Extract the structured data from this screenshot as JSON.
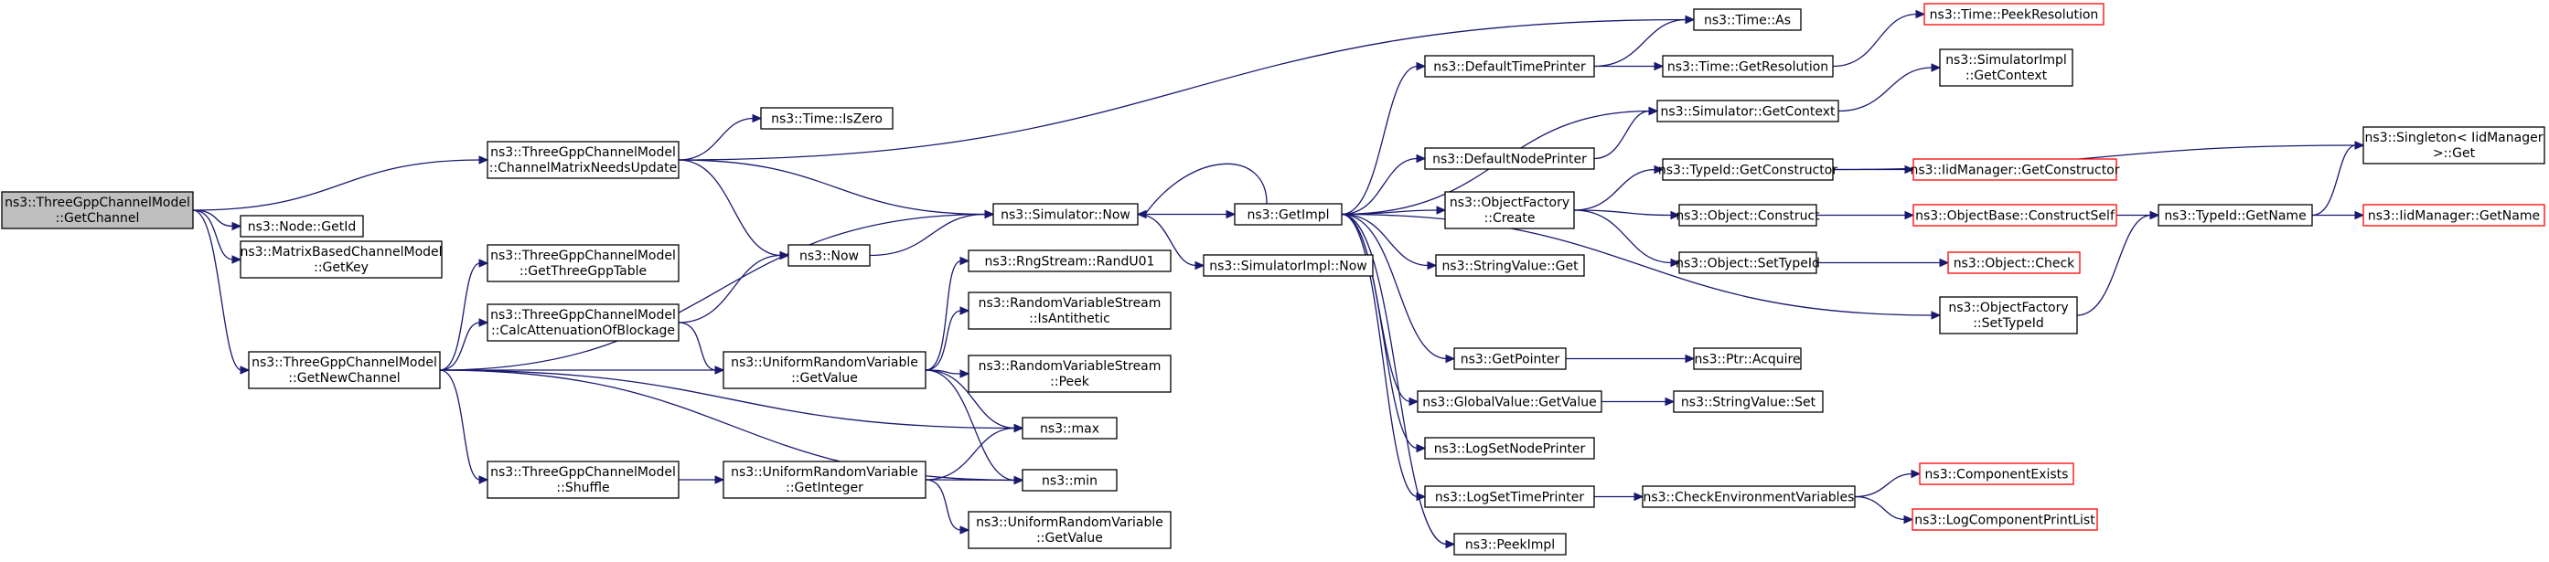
{
  "colors": {
    "edge": "#191970",
    "root_fill": "#bfbfbf",
    "truncated_border": "#ff0000"
  },
  "nodes": {
    "root": {
      "lines": [
        "ns3::ThreeGppChannelModel",
        "::GetChannel"
      ],
      "kind": "root"
    },
    "getid": {
      "lines": [
        "ns3::Node::GetId"
      ]
    },
    "getkey": {
      "lines": [
        "ns3::MatrixBasedChannelModel",
        "::GetKey"
      ]
    },
    "cmnu": {
      "lines": [
        "ns3::ThreeGppChannelModel",
        "::ChannelMatrixNeedsUpdate"
      ]
    },
    "getnewch": {
      "lines": [
        "ns3::ThreeGppChannelModel",
        "::GetNewChannel"
      ]
    },
    "timeas": {
      "lines": [
        "ns3::Time::As"
      ]
    },
    "iszero": {
      "lines": [
        "ns3::Time::IsZero"
      ]
    },
    "simnow": {
      "lines": [
        "ns3::Simulator::Now"
      ]
    },
    "now": {
      "lines": [
        "ns3::Now"
      ]
    },
    "getthree": {
      "lines": [
        "ns3::ThreeGppChannelModel",
        "::GetThreeGppTable"
      ]
    },
    "calcatt": {
      "lines": [
        "ns3::ThreeGppChannelModel",
        "::CalcAttenuationOfBlockage"
      ]
    },
    "shuffle": {
      "lines": [
        "ns3::ThreeGppChannelModel",
        "::Shuffle"
      ]
    },
    "urvgetval": {
      "lines": [
        "ns3::UniformRandomVariable",
        "::GetValue"
      ]
    },
    "urvgetint": {
      "lines": [
        "ns3::UniformRandomVariable",
        "::GetInteger"
      ]
    },
    "urvgetval2": {
      "lines": [
        "ns3::UniformRandomVariable",
        "::GetValue"
      ]
    },
    "randu01": {
      "lines": [
        "ns3::RngStream::RandU01"
      ]
    },
    "isanti": {
      "lines": [
        "ns3::RandomVariableStream",
        "::IsAntithetic"
      ]
    },
    "peek": {
      "lines": [
        "ns3::RandomVariableStream",
        "::Peek"
      ]
    },
    "max": {
      "lines": [
        "ns3::max"
      ]
    },
    "min": {
      "lines": [
        "ns3::min"
      ]
    },
    "getimpl": {
      "lines": [
        "ns3::GetImpl"
      ]
    },
    "simimplnow": {
      "lines": [
        "ns3::SimulatorImpl::Now"
      ]
    },
    "deftimepr": {
      "lines": [
        "ns3::DefaultTimePrinter"
      ]
    },
    "defnodepr": {
      "lines": [
        "ns3::DefaultNodePrinter"
      ]
    },
    "objfcreate": {
      "lines": [
        "ns3::ObjectFactory",
        "::Create"
      ]
    },
    "strvalget": {
      "lines": [
        "ns3::StringValue::Get"
      ]
    },
    "getpointer": {
      "lines": [
        "ns3::GetPointer"
      ]
    },
    "globalget": {
      "lines": [
        "ns3::GlobalValue::GetValue"
      ]
    },
    "logsetnode": {
      "lines": [
        "ns3::LogSetNodePrinter"
      ]
    },
    "logsettime": {
      "lines": [
        "ns3::LogSetTimePrinter"
      ]
    },
    "peekimpl": {
      "lines": [
        "ns3::PeekImpl"
      ]
    },
    "getres": {
      "lines": [
        "ns3::Time::GetResolution"
      ]
    },
    "peekres": {
      "lines": [
        "ns3::Time::PeekResolution"
      ],
      "kind": "truncated"
    },
    "simgetctx": {
      "lines": [
        "ns3::Simulator::GetContext"
      ]
    },
    "simimplctx": {
      "lines": [
        "ns3::SimulatorImpl",
        "::GetContext"
      ]
    },
    "tidgetctor": {
      "lines": [
        "ns3::TypeId::GetConstructor"
      ]
    },
    "iidgetctor": {
      "lines": [
        "ns3::IidManager::GetConstructor"
      ],
      "kind": "truncated"
    },
    "objconstruct": {
      "lines": [
        "ns3::Object::Construct"
      ]
    },
    "objbasecs": {
      "lines": [
        "ns3::ObjectBase::ConstructSelf"
      ],
      "kind": "truncated"
    },
    "objsettid": {
      "lines": [
        "ns3::Object::SetTypeId"
      ]
    },
    "objcheck": {
      "lines": [
        "ns3::Object::Check"
      ],
      "kind": "truncated"
    },
    "objfsettid": {
      "lines": [
        "ns3::ObjectFactory",
        "::SetTypeId"
      ]
    },
    "ptracq": {
      "lines": [
        "ns3::Ptr::Acquire"
      ]
    },
    "strvalset": {
      "lines": [
        "ns3::StringValue::Set"
      ]
    },
    "checkenv": {
      "lines": [
        "ns3::CheckEnvironmentVariables"
      ]
    },
    "compexists": {
      "lines": [
        "ns3::ComponentExists"
      ],
      "kind": "truncated"
    },
    "logcomppl": {
      "lines": [
        "ns3::LogComponentPrintList"
      ],
      "kind": "truncated"
    },
    "tidgetname": {
      "lines": [
        "ns3::TypeId::GetName"
      ]
    },
    "singleton": {
      "lines": [
        "ns3::Singleton< IidManager",
        " >::Get"
      ]
    },
    "iidgetname": {
      "lines": [
        "ns3::IidManager::GetName"
      ],
      "kind": "truncated"
    }
  },
  "edges": [
    [
      "root",
      "getid"
    ],
    [
      "root",
      "getkey"
    ],
    [
      "root",
      "cmnu"
    ],
    [
      "root",
      "getnewch"
    ],
    [
      "cmnu",
      "timeas"
    ],
    [
      "cmnu",
      "iszero"
    ],
    [
      "cmnu",
      "simnow"
    ],
    [
      "cmnu",
      "now"
    ],
    [
      "getnewch",
      "simnow"
    ],
    [
      "getnewch",
      "getthree"
    ],
    [
      "getnewch",
      "calcatt"
    ],
    [
      "getnewch",
      "urvgetval"
    ],
    [
      "getnewch",
      "max"
    ],
    [
      "getnewch",
      "shuffle"
    ],
    [
      "getnewch",
      "min"
    ],
    [
      "now",
      "simnow"
    ],
    [
      "calcatt",
      "now"
    ],
    [
      "calcatt",
      "urvgetval"
    ],
    [
      "shuffle",
      "urvgetint"
    ],
    [
      "urvgetval",
      "randu01"
    ],
    [
      "urvgetval",
      "isanti"
    ],
    [
      "urvgetval",
      "peek"
    ],
    [
      "urvgetval",
      "max"
    ],
    [
      "urvgetval",
      "min"
    ],
    [
      "urvgetint",
      "max"
    ],
    [
      "urvgetint",
      "min"
    ],
    [
      "urvgetint",
      "urvgetval2"
    ],
    [
      "simnow",
      "getimpl"
    ],
    [
      "simnow",
      "simimplnow"
    ],
    [
      "getimpl",
      "simnow"
    ],
    [
      "getimpl",
      "deftimepr"
    ],
    [
      "getimpl",
      "simgetctx"
    ],
    [
      "getimpl",
      "defnodepr"
    ],
    [
      "getimpl",
      "objfcreate"
    ],
    [
      "getimpl",
      "strvalget"
    ],
    [
      "getimpl",
      "objfsettid"
    ],
    [
      "getimpl",
      "getpointer"
    ],
    [
      "getimpl",
      "globalget"
    ],
    [
      "getimpl",
      "logsetnode"
    ],
    [
      "getimpl",
      "logsettime"
    ],
    [
      "getimpl",
      "peekimpl"
    ],
    [
      "deftimepr",
      "timeas"
    ],
    [
      "deftimepr",
      "getres"
    ],
    [
      "getres",
      "peekres"
    ],
    [
      "defnodepr",
      "simgetctx"
    ],
    [
      "simgetctx",
      "simimplctx"
    ],
    [
      "objfcreate",
      "tidgetctor"
    ],
    [
      "objfcreate",
      "objconstruct"
    ],
    [
      "objfcreate",
      "objsettid"
    ],
    [
      "tidgetctor",
      "iidgetctor"
    ],
    [
      "tidgetctor",
      "singleton"
    ],
    [
      "objconstruct",
      "objbasecs"
    ],
    [
      "objbasecs",
      "tidgetname"
    ],
    [
      "objsettid",
      "objcheck"
    ],
    [
      "objfsettid",
      "tidgetname"
    ],
    [
      "tidgetname",
      "singleton"
    ],
    [
      "tidgetname",
      "iidgetname"
    ],
    [
      "getpointer",
      "ptracq"
    ],
    [
      "globalget",
      "strvalset"
    ],
    [
      "logsettime",
      "checkenv"
    ],
    [
      "checkenv",
      "compexists"
    ],
    [
      "checkenv",
      "logcomppl"
    ]
  ]
}
